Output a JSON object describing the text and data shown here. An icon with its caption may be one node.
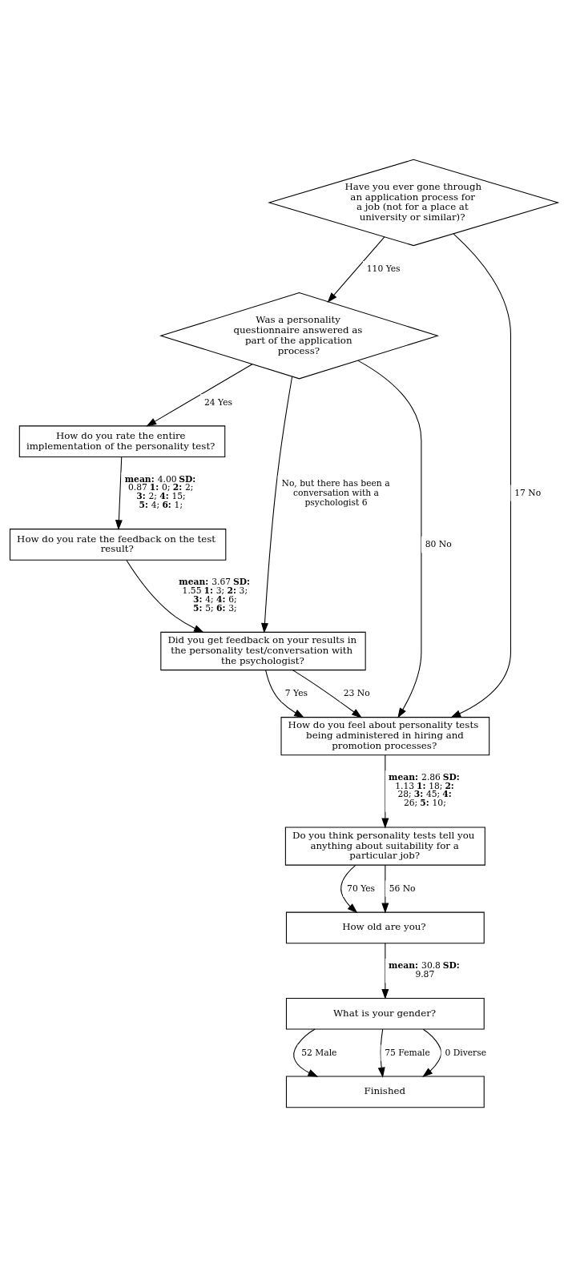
{
  "diagram": {
    "nodes": [
      {
        "text": [
          "Have you ever gone through an application process for a job (not for a place at university or similar)?"
        ]
      },
      {
        "text": [
          "Was a personality questionnaire answered as part of the application process?"
        ]
      },
      {
        "text": [
          "How do you rate the entire implementation of the personality test?"
        ]
      },
      {
        "text": [
          "How do you rate the feedback on the test result?"
        ]
      },
      {
        "text": [
          "Did you get feedback on your results in the personality test/conversation with the psychologist?"
        ]
      },
      {
        "text": [
          "How do you feel about personality tests being administered in hiring and promotion processes?"
        ]
      },
      {
        "text": [
          "Do you think personality tests tell you anything about suitability for a particular job?"
        ]
      },
      {
        "text": [
          "How old are you?"
        ]
      },
      {
        "text": [
          "What is your gender?"
        ]
      },
      {
        "text": [
          "Finished"
        ]
      }
    ],
    "edges": [
      {
        "from": 0,
        "to": 5,
        "arrow": "to",
        "label": "17 No"
      },
      {
        "from": 0,
        "to": 1,
        "arrow": "to",
        "label": "110 Yes"
      },
      {
        "from": 1,
        "to": 5,
        "arrow": "to",
        "label": "80 No"
      },
      {
        "from": 1,
        "to": 4,
        "arrow": "to",
        "label": "No, but there has been a conversation with a psychologist 6"
      },
      {
        "from": 1,
        "to": 2,
        "arrow": "to",
        "label": "24 Yes"
      },
      {
        "from": 2,
        "to": 3,
        "arrow": "to",
        "label": "**mean:** 4.00 **SD:** 0.87 **1:** 0; **2:** 2; **3:** 2; **4:** 15; **5:** 4; **6:** 1;"
      },
      {
        "from": 3,
        "to": 4,
        "arrow": "to",
        "label": "**mean:** 3.67 **SD:** 1.55 **1:** 3; **2:** 3; **3:** 4; **4:** 6; **5:** 5; **6:** 3;"
      },
      {
        "from": 4,
        "to": 5,
        "arrow": "to",
        "label": "7 Yes"
      },
      {
        "from": 4,
        "to": 5,
        "arrow": "to",
        "label": "23 No"
      },
      {
        "from": 5,
        "to": 6,
        "arrow": "to",
        "label": "**mean:** 2.86 **SD:** 1.13 **1:** 18; **2:** 28; **3:** 45; **4:** 26; **5:** 10;"
      },
      {
        "from": 6,
        "to": 7,
        "arrow": "to",
        "label": "70 Yes"
      },
      {
        "from": 6,
        "to": 7,
        "arrow": "to",
        "label": "56 No"
      },
      {
        "from": 7,
        "to": 8,
        "arrow": "to",
        "label": "**mean:** 30.8 **SD:** 9.87"
      },
      {
        "from": 8,
        "to": 9,
        "arrow": "to",
        "label": "52 Male"
      },
      {
        "from": 8,
        "to": 9,
        "arrow": "to",
        "label": "75 Female"
      },
      {
        "from": 8,
        "to": 9,
        "arrow": "to",
        "label": "0 Diverse"
      }
    ]
  }
}
